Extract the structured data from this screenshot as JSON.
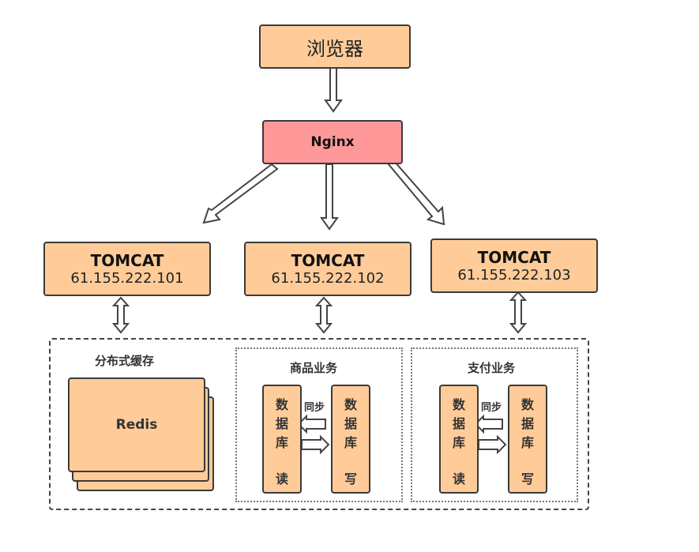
{
  "browser": {
    "label": "浏览器"
  },
  "nginx": {
    "label": "Nginx"
  },
  "tomcats": [
    {
      "name": "TOMCAT",
      "ip": "61.155.222.101"
    },
    {
      "name": "TOMCAT",
      "ip": "61.155.222.102"
    },
    {
      "name": "TOMCAT",
      "ip": "61.155.222.103"
    }
  ],
  "cache": {
    "title": "分布式缓存",
    "node": "Redis"
  },
  "services": [
    {
      "title": "商品业务",
      "read_db": [
        "数",
        "据",
        "库",
        "读"
      ],
      "write_db": [
        "数",
        "据",
        "库",
        "写"
      ],
      "sync_label": "同步"
    },
    {
      "title": "支付业务",
      "read_db": [
        "数",
        "据",
        "库",
        "读"
      ],
      "write_db": [
        "数",
        "据",
        "库",
        "写"
      ],
      "sync_label": "同步"
    }
  ],
  "colors": {
    "box": "#ffcc99",
    "nginx": "#ff9999",
    "border": "#3a3a3a"
  }
}
